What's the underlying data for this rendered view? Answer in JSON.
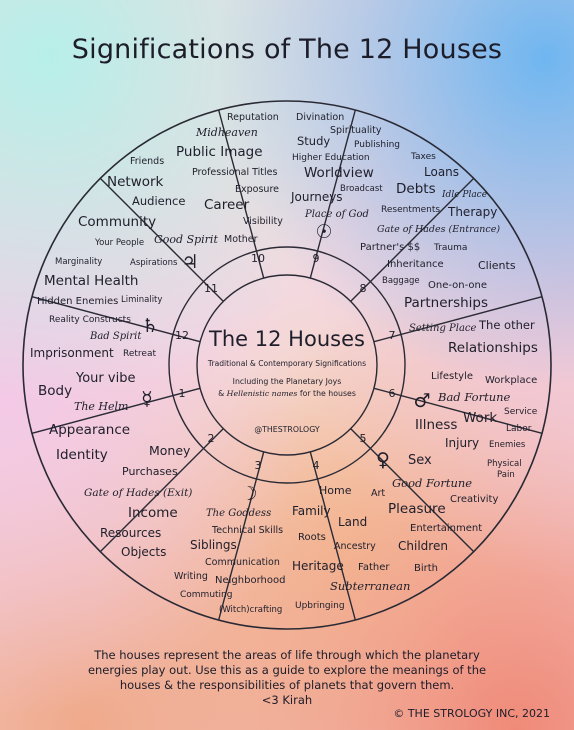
{
  "title": "Significations of The 12 Houses",
  "center": {
    "heading": "The 12 Houses",
    "subtitle": "Traditional & Contemporary Significations",
    "note_line1": "Including the Planetary Joys",
    "note_line2_italic": "Hellenistic names",
    "note_line2_prefix": "& ",
    "note_line2_suffix": " for the houses",
    "handle": "@THESTROLOGY"
  },
  "house_numbers": [
    "1",
    "2",
    "3",
    "4",
    "5",
    "6",
    "7",
    "8",
    "9",
    "10",
    "11",
    "12"
  ],
  "glyphs": {
    "saturn": "♄",
    "mercury": "☿",
    "moon": "☽",
    "venus": "♀",
    "mars": "♂",
    "sun": "☉",
    "jupiter": "♃"
  },
  "labels": {
    "h10": [
      "Reputation",
      "Midheaven",
      "Public Image",
      "Professional Titles",
      "Exposure",
      "Career",
      "Visibility",
      "Mother"
    ],
    "h9": [
      "Divination",
      "Spirituality",
      "Study",
      "Publishing",
      "Higher Education",
      "Worldview",
      "Broadcast",
      "Journeys",
      "Place of God"
    ],
    "h11": [
      "Friends",
      "Network",
      "Audience",
      "Community",
      "Your People",
      "Good Spirit",
      "Aspirations"
    ],
    "h8": [
      "Taxes",
      "Loans",
      "Debts",
      "Idle Place",
      "Resentments",
      "Therapy",
      "Gate of Hades (Entrance)",
      "Partner's $$",
      "Trauma",
      "Inheritance",
      "Baggage"
    ],
    "h12": [
      "Marginality",
      "Mental Health",
      "Hidden Enemies",
      "Liminality",
      "Reality Constructs",
      "Bad Spirit",
      "Imprisonment",
      "Retreat"
    ],
    "h7": [
      "Clients",
      "One-on-one",
      "Partnerships",
      "Setting Place",
      "The other",
      "Relationships"
    ],
    "h1": [
      "Your vibe",
      "Body",
      "The Helm",
      "Appearance",
      "Identity"
    ],
    "h6": [
      "Lifestyle",
      "Workplace",
      "Bad Fortune",
      "Service",
      "Illness",
      "Work",
      "Labor",
      "Injury",
      "Enemies",
      "Physical",
      "Pain"
    ],
    "h2": [
      "Money",
      "Purchases",
      "Gate of Hades (Exit)",
      "Income",
      "Resources",
      "Objects"
    ],
    "h5": [
      "Sex",
      "Good Fortune",
      "Art",
      "Creativity",
      "Pleasure",
      "Entertainment",
      "Children",
      "Birth"
    ],
    "h3": [
      "The Goddess",
      "Technical Skills",
      "Siblings",
      "Communication",
      "Writing",
      "Neighborhood",
      "Commuting",
      "(Witch)crafting"
    ],
    "h4": [
      "Home",
      "Family",
      "Land",
      "Roots",
      "Ancestry",
      "Heritage",
      "Father",
      "Subterranean",
      "Upbringing"
    ]
  },
  "caption": [
    "The houses represent the areas of life through which the planetary",
    "energies play out. Use this as a guide to explore the meanings of the",
    "houses & the responsibilities of planets that govern them.",
    "<3 Kirah"
  ],
  "credit": "© THE STROLOGY INC, 2021"
}
